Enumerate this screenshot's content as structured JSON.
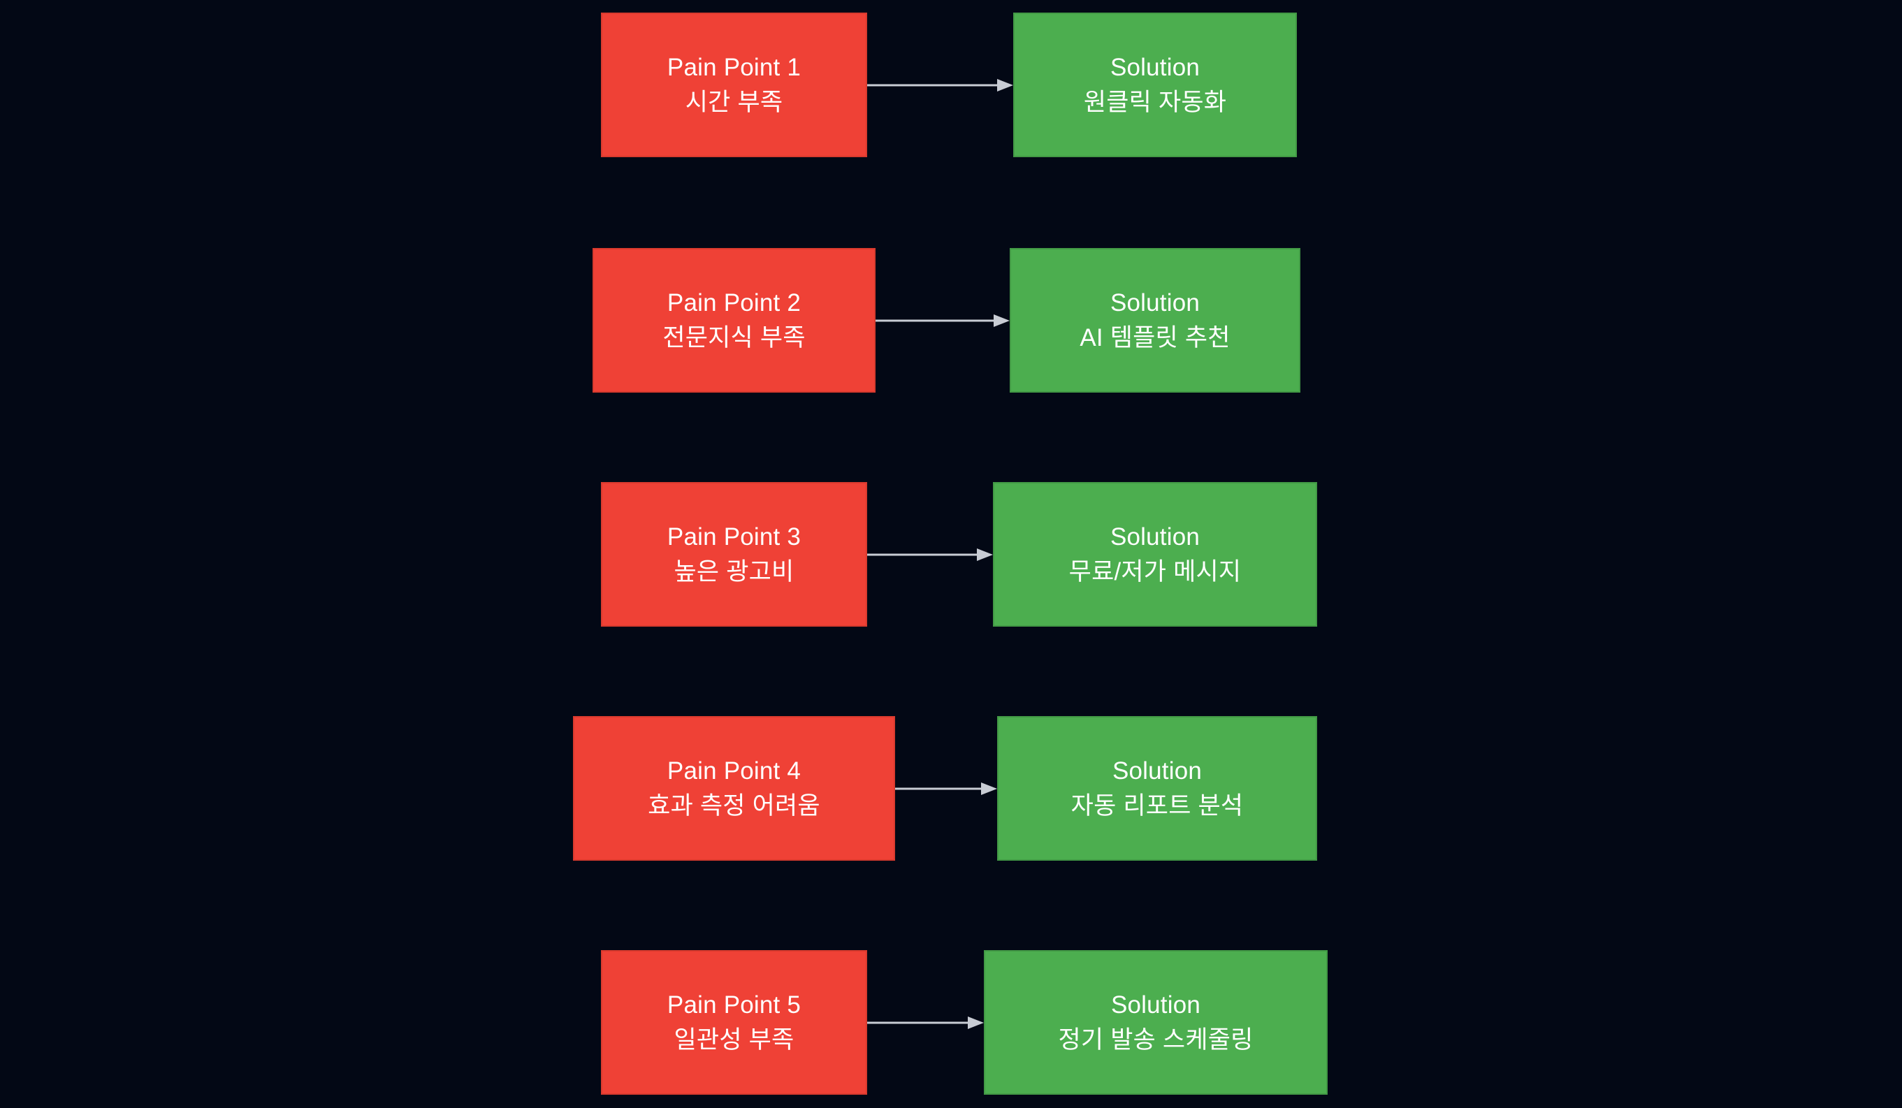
{
  "diagram": {
    "type": "flowchart",
    "direction": "left-to-right-pairs",
    "background_color": "#030815",
    "pain_color": "#ef4136",
    "solution_color": "#4cae4f",
    "edge_color": "#c8ccd4",
    "text_color": "#ffffff",
    "rows": [
      {
        "pain": {
          "title": "Pain Point 1",
          "detail": "시간 부족"
        },
        "solution": {
          "title": "Solution",
          "detail": "원클릭 자동화"
        },
        "edge": {
          "label": "",
          "arrow": "arrow-right-icon"
        }
      },
      {
        "pain": {
          "title": "Pain Point 2",
          "detail": "전문지식 부족"
        },
        "solution": {
          "title": "Solution",
          "detail": "AI 템플릿 추천"
        },
        "edge": {
          "label": "",
          "arrow": "arrow-right-icon"
        }
      },
      {
        "pain": {
          "title": "Pain Point 3",
          "detail": "높은 광고비"
        },
        "solution": {
          "title": "Solution",
          "detail": "무료/저가 메시지"
        },
        "edge": {
          "label": "",
          "arrow": "arrow-right-icon"
        }
      },
      {
        "pain": {
          "title": "Pain Point 4",
          "detail": "효과 측정 어려움"
        },
        "solution": {
          "title": "Solution",
          "detail": "자동 리포트 분석"
        },
        "edge": {
          "label": "",
          "arrow": "arrow-right-icon"
        }
      },
      {
        "pain": {
          "title": "Pain Point 5",
          "detail": "일관성 부족"
        },
        "solution": {
          "title": "Solution",
          "detail": "정기 발송 스케줄링"
        },
        "edge": {
          "label": "",
          "arrow": "arrow-right-icon"
        }
      }
    ]
  }
}
